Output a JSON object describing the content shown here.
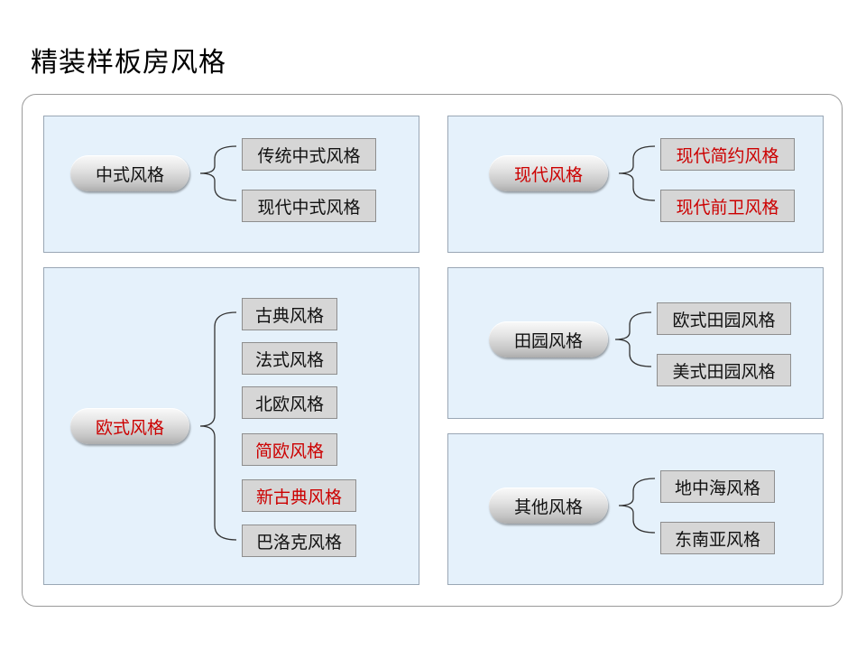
{
  "title": "精装样板房风格",
  "groups": [
    {
      "label": "中式风格",
      "items": [
        "传统中式风格",
        "现代中式风格"
      ]
    },
    {
      "label": "现代风格",
      "items": [
        "现代简约风格",
        "现代前卫风格"
      ]
    },
    {
      "label": "欧式风格",
      "items": [
        "古典风格",
        "法式风格",
        "北欧风格",
        "简欧风格",
        "新古典风格",
        "巴洛克风格"
      ]
    },
    {
      "label": "田园风格",
      "items": [
        "欧式田园风格",
        "美式田园风格"
      ]
    },
    {
      "label": "其他风格",
      "items": [
        "地中海风格",
        "东南亚风格"
      ]
    }
  ],
  "colors": {
    "panel_bg": "#e5f1fb",
    "highlight_text": "#cc0000",
    "leaf_bg": "#d6d6d6"
  }
}
